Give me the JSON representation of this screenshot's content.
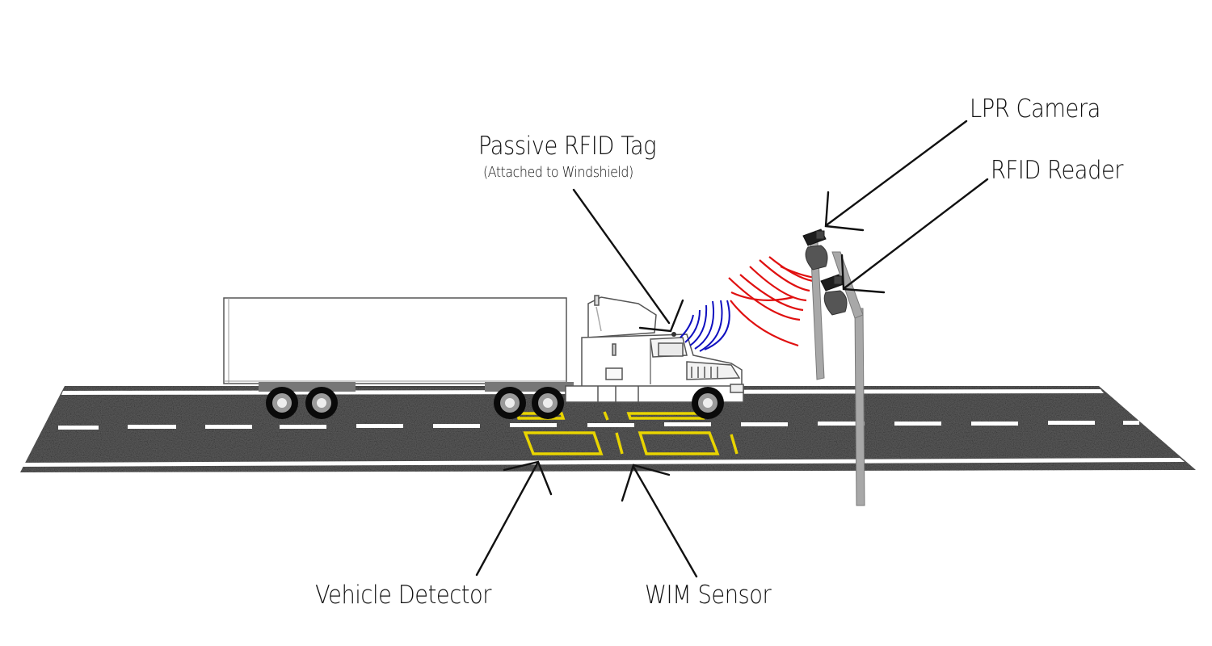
{
  "labels": {
    "passive_rfid_tag": "Passive RFID Tag",
    "passive_rfid_tag_note": "(Attached to Windshield)",
    "lpr_camera": "LPR Camera",
    "rfid_reader": "RFID Reader",
    "vehicle_detector": "Vehicle Detector",
    "wim_sensor": "WIM Sensor"
  },
  "colors": {
    "road": "#585858",
    "lane_marking": "#ffffff",
    "sensor_loops": "#e8d400",
    "rfid_tag_waves": "#1010c0",
    "reader_waves": "#e01010",
    "pole": "#a8a8a8",
    "leader_lines": "#111111"
  }
}
